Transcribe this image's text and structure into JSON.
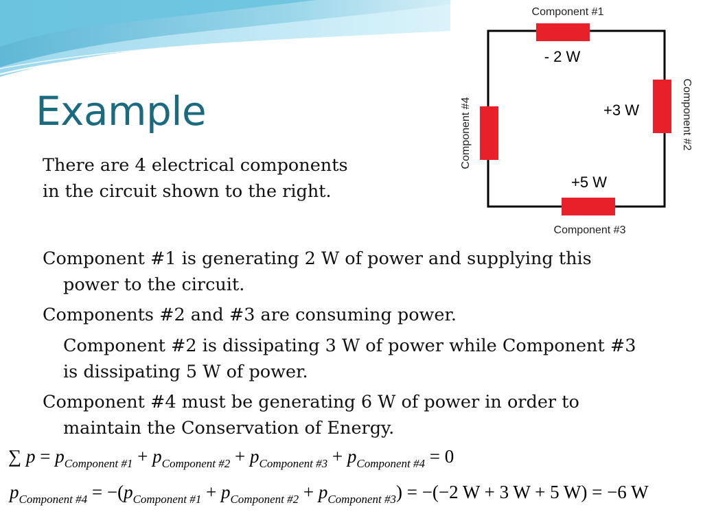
{
  "slide": {
    "title": "Example",
    "intro": [
      "There are 4 electrical components",
      "in the circuit shown to the right."
    ],
    "paragraphs": [
      {
        "text1": "Component #1 is generating 2 W of power and supplying this",
        "text2": "power to the circuit."
      },
      {
        "text1": "Components #2 and #3 are consuming power."
      },
      {
        "text1": "Component #2 is dissipating 3 W of power while Component #3",
        "text2": "is dissipating 5 W of power."
      },
      {
        "text1": "Component #4 must be generating 6 W of power in order to",
        "text2": "maintain the Conservation of Energy."
      }
    ],
    "accent_color": "#1b6b80"
  },
  "circuit": {
    "c1_label": "Component #1",
    "c2_label": "Component #2",
    "c3_label": "Component #3",
    "c4_label": "Component #4",
    "c1_power": "- 2 W",
    "c2_power": "+3 W",
    "c3_power": "+5 W",
    "resistor_color": "#e8202a"
  },
  "equations": {
    "eq1": {
      "sum": "∑",
      "p": "p",
      "equals": "=",
      "plus": "+",
      "sub1": "Component #1",
      "sub2": "Component #2",
      "sub3": "Component #3",
      "sub4": "Component #4",
      "rhs": "0"
    },
    "eq2": {
      "p": "p",
      "lhs_sub": "Component #4",
      "open": "= −(",
      "sub1": "Component #1",
      "sub2": "Component #2",
      "sub3": "Component #3",
      "plus": "+",
      "rhs": ") = −(−2 W + 3 W + 5 W) = −6 W"
    }
  }
}
